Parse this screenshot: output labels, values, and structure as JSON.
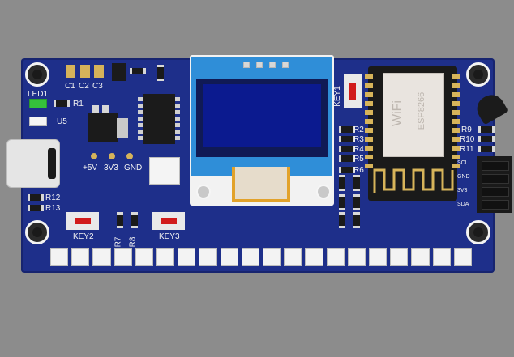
{
  "labels": {
    "c1": "C1",
    "c2": "C2",
    "c3": "C3",
    "led1": "LED1",
    "r1": "R1",
    "u5": "U5",
    "v5": "+5V",
    "v33": "3V3",
    "gnd": "GND",
    "r12": "R12",
    "r13": "R13",
    "key2": "KEY2",
    "key3": "KEY3",
    "r7": "R7",
    "r8": "R8",
    "key1": "KEY1",
    "r2": "R2",
    "r3": "R3",
    "r4": "R4",
    "r5": "R5",
    "r6": "R6",
    "r9": "R9",
    "r10": "R10",
    "r11": "R11",
    "scl": "SCL",
    "gnd2": "GND",
    "v33b": "3V3",
    "sda": "SDA",
    "wifi": "WiFi",
    "esp": "ESP8266"
  },
  "colors": {
    "board": "#1e2f8a",
    "oled_frame": "#2f8ed8",
    "oled_screen": "#0b1a8f",
    "silkscreen": "#f2f2f2"
  },
  "led_count": 20
}
